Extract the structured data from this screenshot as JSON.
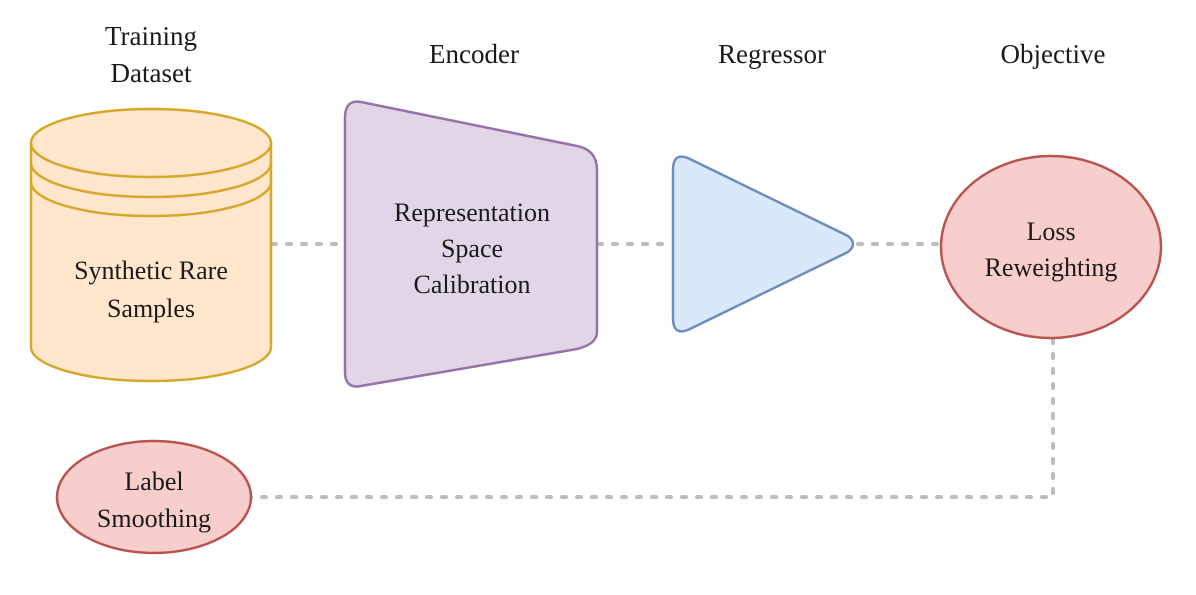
{
  "headers": {
    "dataset": [
      "Training",
      "Dataset"
    ],
    "encoder": "Encoder",
    "regressor": "Regressor",
    "objective": "Objective"
  },
  "nodes": {
    "dataset": [
      "Synthetic Rare",
      "Samples"
    ],
    "encoder": [
      "Representation",
      "Space",
      "Calibration"
    ],
    "loss": [
      "Loss",
      "Reweighting"
    ],
    "smoothing": [
      "Label",
      "Smoothing"
    ]
  },
  "colors": {
    "dataset_fill": "#ffe6cc",
    "dataset_stroke": "#d6a82a",
    "encoder_fill": "#e1d5e7",
    "encoder_stroke": "#9673a6",
    "regressor_fill": "#dae8fc",
    "regressor_stroke": "#6c8ebf",
    "ellipse_fill": "#f8cecc",
    "ellipse_stroke": "#b85450",
    "connector": "#bdbdbd"
  }
}
